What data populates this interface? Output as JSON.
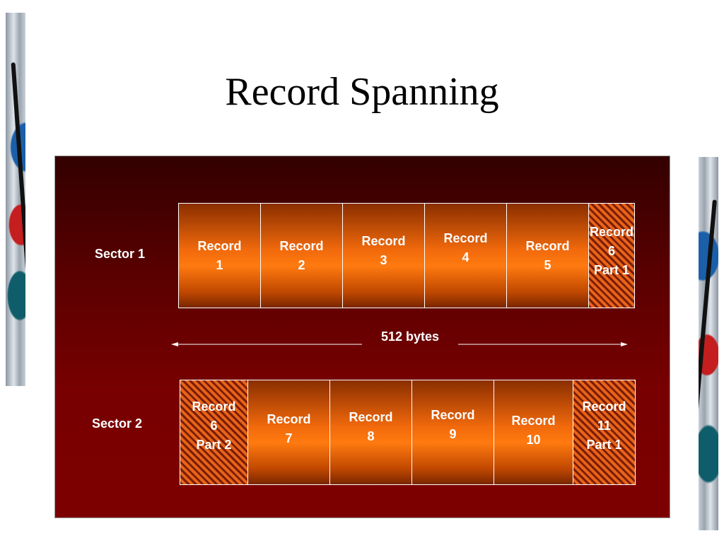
{
  "title": "Record Spanning",
  "sector1": {
    "label": "Sector 1",
    "records": [
      {
        "lines": [
          "Record",
          "1"
        ],
        "hatched": false
      },
      {
        "lines": [
          "Record",
          "2"
        ],
        "hatched": false
      },
      {
        "lines": [
          "Record",
          "3"
        ],
        "hatched": false
      },
      {
        "lines": [
          "Record",
          "4"
        ],
        "hatched": false
      },
      {
        "lines": [
          "Record",
          "5"
        ],
        "hatched": false
      },
      {
        "lines": [
          "Record",
          "6",
          "Part 1"
        ],
        "hatched": true
      }
    ]
  },
  "size_label": "512 bytes",
  "sector2": {
    "label": "Sector 2",
    "records": [
      {
        "lines": [
          "Record",
          "6",
          "Part 2"
        ],
        "hatched": true
      },
      {
        "lines": [
          "Record",
          "7"
        ],
        "hatched": false
      },
      {
        "lines": [
          "Record",
          "8"
        ],
        "hatched": false
      },
      {
        "lines": [
          "Record",
          "9"
        ],
        "hatched": false
      },
      {
        "lines": [
          "Record",
          "10"
        ],
        "hatched": false
      },
      {
        "lines": [
          "Record",
          "11",
          "Part 1"
        ],
        "hatched": true
      }
    ]
  },
  "colors": {
    "panel_top": "#330000",
    "panel_bottom": "#7d0000",
    "record_fill": "#ff7a10",
    "text": "#ffffff"
  }
}
